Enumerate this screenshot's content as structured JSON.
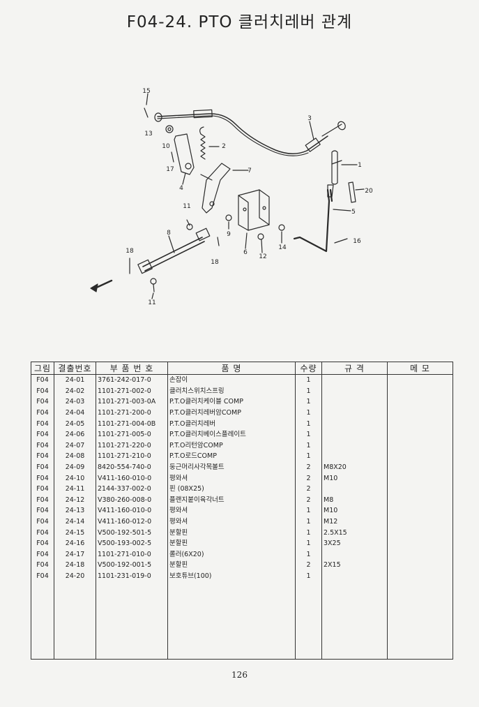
{
  "title": "F04-24. PTO 클러치레버 관계",
  "diagram": {
    "callouts": [
      "15",
      "13",
      "3",
      "10",
      "2",
      "17",
      "1",
      "7",
      "4",
      "20",
      "5",
      "11",
      "9",
      "8",
      "6",
      "14",
      "16",
      "12",
      "18",
      "18",
      "11"
    ]
  },
  "table": {
    "headers": [
      "그림",
      "결출번호",
      "부 품 번 호",
      "품            명",
      "수량",
      "규      격",
      "메      모"
    ],
    "rows": [
      [
        "F04",
        "24-01",
        "3761-242-017-0",
        "손잡이",
        "1",
        "",
        ""
      ],
      [
        "F04",
        "24-02",
        "1101-271-002-0",
        "클러치스위치스프링",
        "1",
        "",
        ""
      ],
      [
        "F04",
        "24-03",
        "1101-271-003-0A",
        "P.T.O클러치케이블 COMP",
        "1",
        "",
        ""
      ],
      [
        "F04",
        "24-04",
        "1101-271-200-0",
        "P.T.O클러치레버암COMP",
        "1",
        "",
        ""
      ],
      [
        "F04",
        "24-05",
        "1101-271-004-0B",
        "P.T.O클러치레버",
        "1",
        "",
        ""
      ],
      [
        "F04",
        "24-06",
        "1101-271-005-0",
        "P.T.O클러치베이스플레이트",
        "1",
        "",
        ""
      ],
      [
        "F04",
        "24-07",
        "1101-271-220-0",
        "P.T.O리턴암COMP",
        "1",
        "",
        ""
      ],
      [
        "F04",
        "24-08",
        "1101-271-210-0",
        "P.T.O로드COMP",
        "1",
        "",
        ""
      ],
      [
        "F04",
        "24-09",
        "8420-554-740-0",
        "둥근머리사각목볼트",
        "2",
        "M8X20",
        ""
      ],
      [
        "F04",
        "24-10",
        "V411-160-010-0",
        "평와셔",
        "2",
        "M10",
        ""
      ],
      [
        "F04",
        "24-11",
        "2144-337-002-0",
        "핀 (08X25)",
        "2",
        "",
        ""
      ],
      [
        "F04",
        "24-12",
        "V380-260-008-0",
        "플랜지붙이육각너트",
        "2",
        "M8",
        ""
      ],
      [
        "F04",
        "24-13",
        "V411-160-010-0",
        "평와셔",
        "1",
        "M10",
        ""
      ],
      [
        "F04",
        "24-14",
        "V411-160-012-0",
        "평와셔",
        "1",
        "M12",
        ""
      ],
      [
        "F04",
        "24-15",
        "V500-192-501-5",
        "분할핀",
        "1",
        "2.5X15",
        ""
      ],
      [
        "F04",
        "24-16",
        "V500-193-002-5",
        "분할핀",
        "1",
        "3X25",
        ""
      ],
      [
        "F04",
        "24-17",
        "1101-271-010-0",
        "롤러(6X20)",
        "1",
        "",
        ""
      ],
      [
        "F04",
        "24-18",
        "V500-192-001-5",
        "분할핀",
        "2",
        "2X15",
        ""
      ],
      [
        "F04",
        "24-20",
        "1101-231-019-0",
        "보호튜브(100)",
        "1",
        "",
        ""
      ]
    ]
  },
  "page_number": "126"
}
